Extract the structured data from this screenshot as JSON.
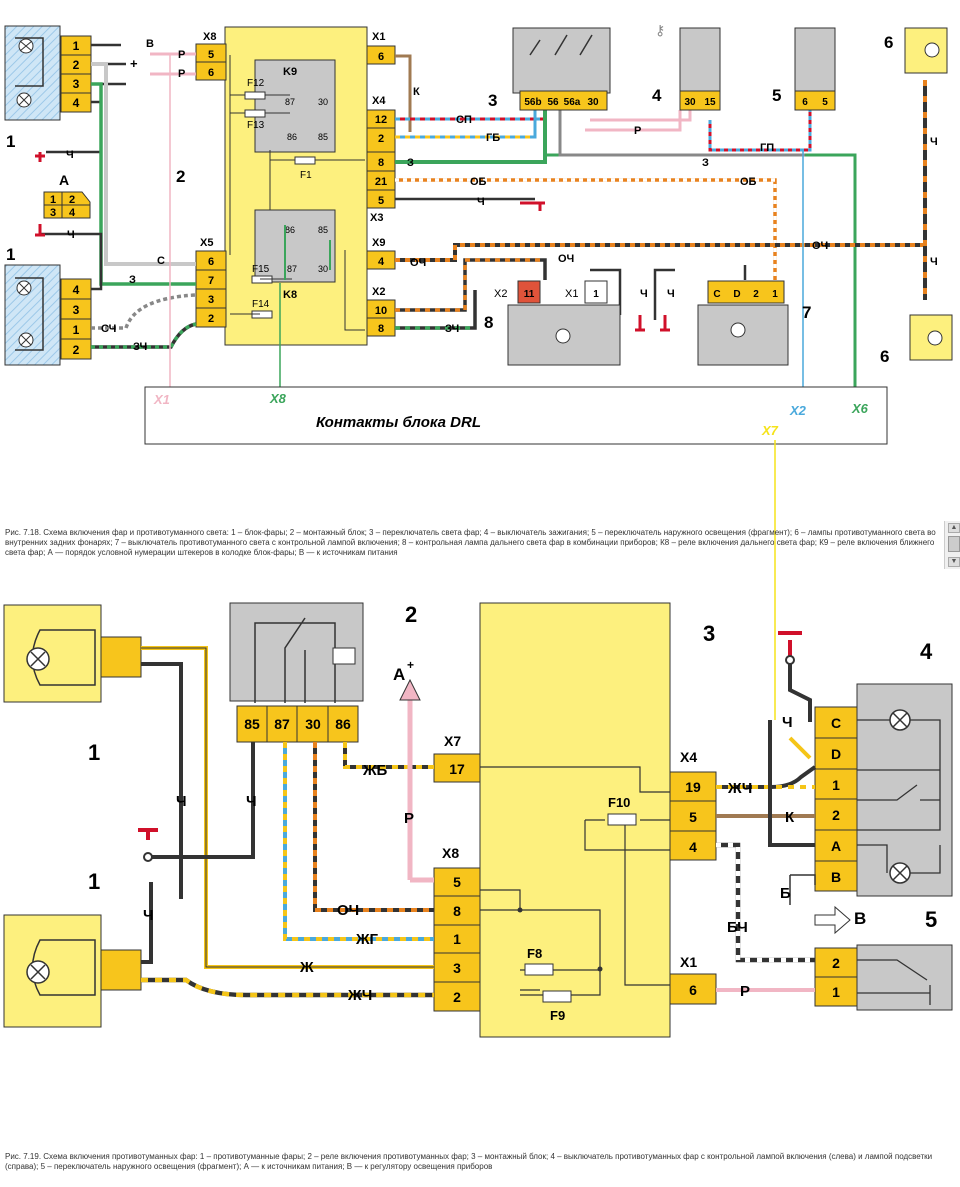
{
  "colors": {
    "yellow": "#fdf07e",
    "pin": "#f7c51c",
    "gray": "#c8c8c8",
    "pink": "#f1b6c4",
    "blue": "#4aa9dc",
    "green": "#3ba55b",
    "orange": "#e8821e",
    "brown": "#a07a52",
    "red": "#d0102a",
    "wire_yellow": "#f5c518"
  },
  "fig18": {
    "connectors": {
      "x8": "X8",
      "x1": "X1",
      "x4": "X4",
      "x3": "X3",
      "x5": "X5",
      "x9": "X9",
      "x2": "X2",
      "x2b": "X2",
      "x1b": "X1"
    },
    "pins": {
      "hl_top": [
        "1",
        "2",
        "3",
        "4"
      ],
      "hl_bot": [
        "4",
        "3",
        "1",
        "2"
      ],
      "x8": [
        "5",
        "6"
      ],
      "x1": [
        "6"
      ],
      "x4": [
        "12",
        "2",
        "8",
        "21",
        "5"
      ],
      "x5": [
        "6",
        "7",
        "3",
        "2"
      ],
      "x9": [
        "4"
      ],
      "x2": [
        "10",
        "8"
      ],
      "sw3": [
        "56b",
        "56",
        "56a",
        "30"
      ],
      "sw4": [
        "30",
        "15"
      ],
      "sw5": [
        "6",
        "5"
      ],
      "lamp8": [
        "11",
        "1"
      ],
      "sw7": [
        "C",
        "D",
        "2",
        "1"
      ],
      "a_grid": [
        "1",
        "2",
        "3",
        "4"
      ]
    },
    "relays": {
      "k9": "K9",
      "k8": "K8",
      "k9_p87": "87",
      "k9_p30": "30",
      "k9_p86": "86",
      "k9_p85": "85",
      "k8_p86": "86",
      "k8_p85": "85",
      "k8_p87": "87",
      "k8_p30": "30"
    },
    "fuses": {
      "f12": "F12",
      "f13": "F13",
      "f1": "F1",
      "f15": "F15",
      "f14": "F14"
    },
    "wires": {
      "b": "В",
      "plus": "+",
      "p1": "Р",
      "p2": "Р",
      "ch1": "Ч",
      "ch2": "Ч",
      "s": "С",
      "z": "З",
      "sch": "СЧ",
      "zch": "ЗЧ",
      "k": "К",
      "sp": "СП",
      "gb": "ГБ",
      "p3": "Р",
      "z2": "З",
      "z3": "З",
      "gp": "ГП",
      "ob": "ОБ",
      "ob2": "ОБ",
      "ch3": "Ч",
      "och": "ОЧ",
      "och2": "ОЧ",
      "och3": "ОЧ",
      "zch2": "ЗЧ",
      "ch4": "Ч",
      "ch5": "Ч",
      "ch6": "Ч",
      "ch7": "Ч",
      "a": "А"
    },
    "numbers": {
      "n1a": "1",
      "n1b": "1",
      "n2": "2",
      "n3": "3",
      "n4": "4",
      "n5": "5",
      "n6a": "6",
      "n6b": "6",
      "n7": "7",
      "n8": "8"
    },
    "drl": {
      "title": "Контакты  блока DRL",
      "x1": "X1",
      "x8": "X8",
      "x2": "X2",
      "x6": "X6",
      "x7": "X7"
    },
    "caption": "Рис. 7.18. Схема включения фар и противотуманного света: 1 – блок-фары; 2 – монтажный блок; 3 – переключатель света фар; 4 – выключатель зажигания; 5 – переключатель наружного освещения (фрагмент); 6 – лампы противотуманного света во внутренних задних фонарях; 7 – выключатель противотуманного света с контрольной лампой включения; 8 – контрольная лампа дальнего света фар в комбинации приборов; К8 – реле включения дальнего света фар; К9 – реле включения ближнего света фар; А — порядок условной нумерации штекеров в колодке блок-фары; В — к источникам питания"
  },
  "fig19": {
    "connectors": {
      "x7": "X7",
      "x8": "X8",
      "x4": "X4",
      "x1": "X1"
    },
    "pins": {
      "relay": [
        "85",
        "87",
        "30",
        "86"
      ],
      "x7": [
        "17"
      ],
      "x8": [
        "5",
        "8",
        "1",
        "3",
        "2"
      ],
      "x4": [
        "19",
        "5",
        "4"
      ],
      "x1": [
        "6"
      ],
      "sw4": [
        "C",
        "D",
        "1",
        "2",
        "A",
        "B"
      ],
      "sw5": [
        "2",
        "1"
      ]
    },
    "fuses": {
      "f10": "F10",
      "f8": "F8",
      "f9": "F9"
    },
    "wires": {
      "ch1": "Ч",
      "ch2": "Ч",
      "ch3": "Ч",
      "ch4": "Ч",
      "zhb": "ЖБ",
      "p": "Р",
      "och": "ОЧ",
      "zhg": "ЖГ",
      "zh": "Ж",
      "zhch": "ЖЧ",
      "zhch2": "ЖЧ",
      "k": "К",
      "bch": "БЧ",
      "p2": "Р",
      "b": "Б",
      "v": "В",
      "a": "А"
    },
    "numbers": {
      "n1a": "1",
      "n1b": "1",
      "n2": "2",
      "n3": "3",
      "n4": "4",
      "n5": "5"
    },
    "caption": "Рис. 7.19. Схема включения противотуманных фар: 1 – противотуманные фары; 2 – реле включения противотуманных фар; 3 – монтажный блок; 4 – выключатель противотуманных фар с контрольной лампой включения (слева) и лампой подсветки (справа); 5 – переключатель наружного освещения (фрагмент); А — к источникам питания; В — к регулятору освещения приборов"
  }
}
